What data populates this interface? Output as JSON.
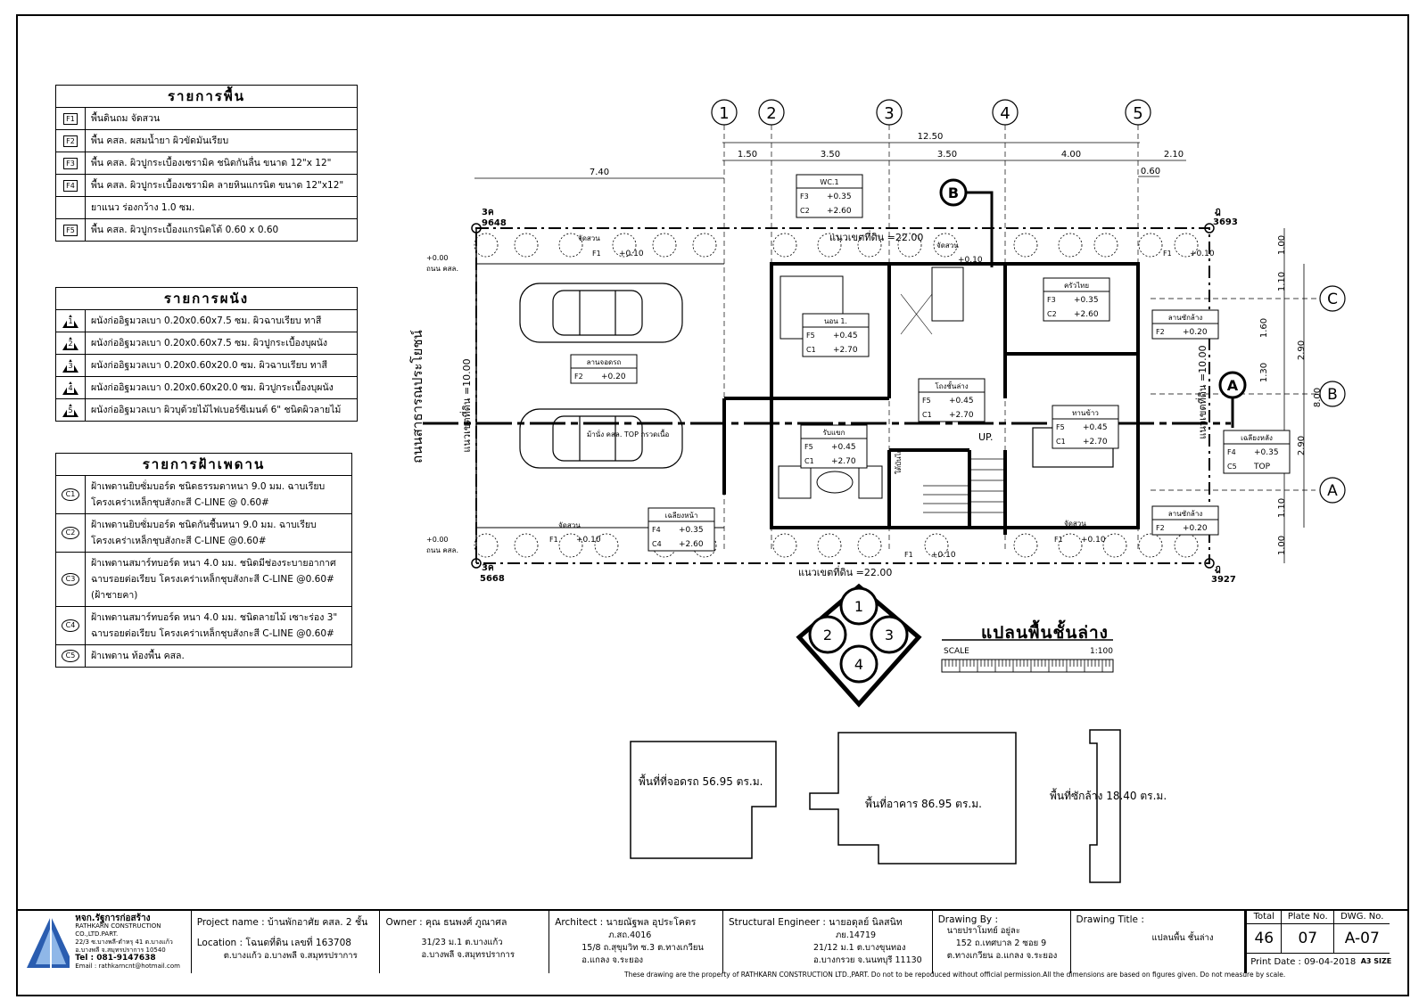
{
  "floor_legend": {
    "title": "รายการพื้น",
    "items": [
      {
        "code": "F1",
        "text": "พื้นดินถม จัดสวน"
      },
      {
        "code": "F2",
        "text": "พื้น คสล. ผสมน้ำยา ผิวขัดมันเรียบ"
      },
      {
        "code": "F3",
        "text": "พื้น คสล. ผิวปูกระเบื้องเซรามิค ชนิดกันลื่น ขนาด 12\"x 12\""
      },
      {
        "code": "F4",
        "text": "พื้น คสล. ผิวปูกระเบื้องเซรามิค ลายหินแกรนิต ขนาด 12\"x12\""
      },
      {
        "code": "",
        "text": "ยาแนว ร่องกว้าง 1.0 ซม."
      },
      {
        "code": "F5",
        "text": "พื้น คสล. ผิวปูกระเบื้องแกรนิตโต้ 0.60 x 0.60"
      }
    ]
  },
  "wall_legend": {
    "title": "รายการผนัง",
    "items": [
      {
        "code": "1",
        "text": "ผนังก่ออิฐมวลเบา 0.20x0.60x7.5 ซม. ผิวฉาบเรียบ ทาสี"
      },
      {
        "code": "2",
        "text": "ผนังก่ออิฐมวลเบา 0.20x0.60x7.5 ซม. ผิวปูกระเบื้องบุผนัง"
      },
      {
        "code": "3",
        "text": "ผนังก่ออิฐมวลเบา 0.20x0.60x20.0 ซม. ผิวฉาบเรียบ ทาสี"
      },
      {
        "code": "4",
        "text": "ผนังก่ออิฐมวลเบา 0.20x0.60x20.0 ซม. ผิวปูกระเบื้องบุผนัง"
      },
      {
        "code": "5",
        "text": "ผนังก่ออิฐมวลเบา ผิวบุด้วยไม้ไฟเบอร์ซีเมนต์ 6\" ชนิดผิวลายไม้"
      }
    ]
  },
  "ceiling_legend": {
    "title": "รายการฝ้าเพดาน",
    "items": [
      {
        "code": "C1",
        "lines": [
          "ฝ้าเพดานยิบซั่มบอร์ด ชนิดธรรมดาหนา 9.0 มม. ฉาบเรียบ",
          "โครงเคร่าเหล็กชุบสังกะสี C-LINE @ 0.60#"
        ]
      },
      {
        "code": "C2",
        "lines": [
          "ฝ้าเพดานยิบซั่มบอร์ด ชนิดกันชื้นหนา 9.0 มม. ฉาบเรียบ",
          "โครงเคร่าเหล็กชุบสังกะสี C-LINE @0.60#"
        ]
      },
      {
        "code": "C3",
        "lines": [
          "ฝ้าเพดานสมาร์ทบอร์ด หนา 4.0 มม. ชนิดมีช่องระบายอากาศ",
          "ฉาบรอยต่อเรียบ โครงเคร่าเหล็กชุบสังกะสี C-LINE @0.60#",
          "(ฝ้าชายคา)"
        ]
      },
      {
        "code": "C4",
        "lines": [
          "ฝ้าเพดานสมาร์ทบอร์ด หนา 4.0 มม. ชนิดลายไม้ เซาะร่อง 3\"",
          "ฉาบรอยต่อเรียบ โครงเคร่าเหล็กชุบสังกะสี C-LINE @0.60#"
        ]
      },
      {
        "code": "C5",
        "lines": [
          "ฝ้าเพดาน ท้องพื้น คสล."
        ]
      }
    ]
  },
  "plan": {
    "grid_cols": [
      "1",
      "2",
      "3",
      "4",
      "5"
    ],
    "grid_rows": [
      "C",
      "B",
      "A"
    ],
    "total_dim": "12.50",
    "col_dims": [
      "1.50",
      "3.50",
      "3.50",
      "4.00"
    ],
    "right_dim": "2.10",
    "small_dim": "0.60",
    "left_dim": "7.40",
    "row_dims": [
      "1.00",
      "1.10",
      "1.60",
      "1.30",
      "2.90",
      "2.90",
      "1.10",
      "1.00"
    ],
    "total_height": "8.00",
    "boundary_top": "แนวเขตที่ดิน =22.00",
    "boundary_bottom": "แนวเขตที่ดิน =22.00",
    "boundary_left": "แนวเขตที่ดิน =10.00",
    "boundary_right": "แนวเขตที่ดิน =10.00",
    "road": "ถนนสาธารณประโยชน์",
    "corner_tl": [
      "3ค",
      "9648"
    ],
    "corner_tr": [
      "ฎ",
      "3693"
    ],
    "corner_bl": [
      "3ค",
      "5668"
    ],
    "corner_br": [
      "ฎ",
      "3927"
    ],
    "road_level_top": [
      "+0.00",
      "ถนน คสล."
    ],
    "road_level_bottom": [
      "+0.00",
      "ถนน คสล."
    ],
    "garden_label": "จัดสวน",
    "garage": {
      "name": "ลานจอดรถ",
      "floor": "F2",
      "level": "+0.20"
    },
    "wc": {
      "name": "WC.1",
      "floor": "F3",
      "level": "+0.35",
      "ceiling": "C2",
      "ceiling_h": "+2.60"
    },
    "bedroom": {
      "name": "นอน 1.",
      "floor": "F5",
      "level": "+0.45",
      "ceiling": "C1",
      "ceiling_h": "+2.70"
    },
    "kitchen": {
      "name": "ครัวไทย",
      "floor": "F3",
      "level": "+0.35",
      "ceiling": "C2",
      "ceiling_h": "+2.60"
    },
    "living": {
      "name": "รับแขก",
      "floor": "F5",
      "level": "+0.45",
      "ceiling": "C1",
      "ceiling_h": "+2.70"
    },
    "hall": {
      "name": "โถงชั้นล่าง",
      "floor": "F5",
      "level": "+0.45",
      "ceiling": "C1",
      "ceiling_h": "+2.70"
    },
    "dining": {
      "name": "ทานข้าว",
      "floor": "F5",
      "level": "+0.45",
      "ceiling": "C1",
      "ceiling_h": "+2.70"
    },
    "terrace": {
      "name": "เฉลียงหลัง",
      "floor": "F4",
      "level": "+0.35",
      "ceiling": "C5",
      "ceiling_h": "TOP"
    },
    "porch": {
      "name": "เฉลียงหน้า",
      "floor": "F4",
      "level": "+0.35",
      "ceiling": "C4",
      "ceiling_h": "+2.60"
    },
    "laundry1": {
      "name": "ลานซักล้าง",
      "floor": "F2",
      "level": "+0.20"
    },
    "laundry2": {
      "name": "ลานซักล้าง",
      "floor": "F2",
      "level": "+0.20"
    },
    "garden_tl": {
      "floor": "F1",
      "level": "+0.10"
    },
    "garden_tr": {
      "floor": "F1",
      "level": "+0.10"
    },
    "garden_bl": {
      "floor": "F1",
      "level": "+0.10"
    },
    "garden_br": {
      "floor": "F1",
      "level": "+0.10"
    },
    "garden_bm": {
      "floor": "F1",
      "level": "+0.10"
    },
    "garden_top_mid": {
      "level": "+0.10"
    },
    "stair_label": "ใต้บันได",
    "up_label": "UP.",
    "wall_note": "ม้านั่ง คสล. TOP กรวดเนื้อ",
    "section_marks": [
      "A",
      "B"
    ]
  },
  "compass": [
    "1",
    "2",
    "3",
    "4"
  ],
  "plan_title": "แปลนพื้นชั้นล่าง",
  "scale": {
    "label": "SCALE",
    "ratio": "1:100"
  },
  "areas": [
    {
      "text": "พื้นที่ที่จอดรถ 56.95 ตร.ม."
    },
    {
      "text": "พื้นที่อาคาร 86.95 ตร.ม."
    },
    {
      "text": "พื้นที่ซักล้าง 18.40 ตร.ม."
    }
  ],
  "title_block": {
    "company": "หจก.รัฐการก่อสร้าง",
    "company_en": "RATHKARN CONSTRUCTION CO.,LTD.PART.",
    "company_addr1": "22/3 ซ.บางพลี-ตำหรุ 41 ต.บางแก้ว",
    "company_addr2": "อ.บางพลี จ.สมุทรปราการ 10540",
    "company_tel": "Tel : 081-9147638",
    "company_email": "Email : rathkarncnt@hotmail.com",
    "project_label": "Project name :",
    "project_name": "บ้านพักอาศัย คสล. 2 ชั้น",
    "location_label": "Location :",
    "location_1": "โฉนดที่ดิน เลขที่ 163708",
    "location_2": "ต.บางแก้ว อ.บางพลี จ.สมุทรปราการ",
    "owner_label": "Owner :",
    "owner_name": "คุณ ธนพงศ์ ภูณาศล",
    "owner_1": "31/23 ม.1 ต.บางแก้ว",
    "owner_2": "อ.บางพลี จ.สมุทรปราการ",
    "architect_label": "Architect :",
    "architect_name": "นายณัฐพล อุประโคตร",
    "architect_lic": "ภ.สถ.4016",
    "architect_1": "15/8 ถ.สุขุมวิท ซ.3 ต.ทางเกวียน",
    "architect_2": "อ.แกลง จ.ระยอง",
    "struct_label": "Structural Engineer :",
    "struct_name": "นายอดุลย์ นิลสนิท",
    "struct_lic": "ภย.14719",
    "struct_1": "21/12 ม.1 ต.บางขุนทอง",
    "struct_2": "อ.บางกรวย จ.นนทบุรี 11130",
    "drawing_by_label": "Drawing By :",
    "drawing_by_name": "นายปราโมทย์ อยู่ละ",
    "drawing_by_1": "152 ถ.เทศบาล 2 ซอย 9",
    "drawing_by_2": "ต.ทางเกวียน อ.แกลง จ.ระยอง",
    "title_label": "Drawing Title :",
    "title_val": "แปลนพื้น ชั้นล่าง",
    "total_label": "Total",
    "plate_label": "Plate No.",
    "dwg_label": "DWG. No.",
    "total": "46",
    "plate": "07",
    "dwg": "A-07",
    "print_date": "Print Date : 09-04-2018",
    "size": "A3 SIZE"
  },
  "footer": "These drawing are the property of RATHKARN CONSTRUCTION LTD.,PART. Do not to be repoduced without official permission.All the dimensions are based on figures given. Do not measure by scale."
}
